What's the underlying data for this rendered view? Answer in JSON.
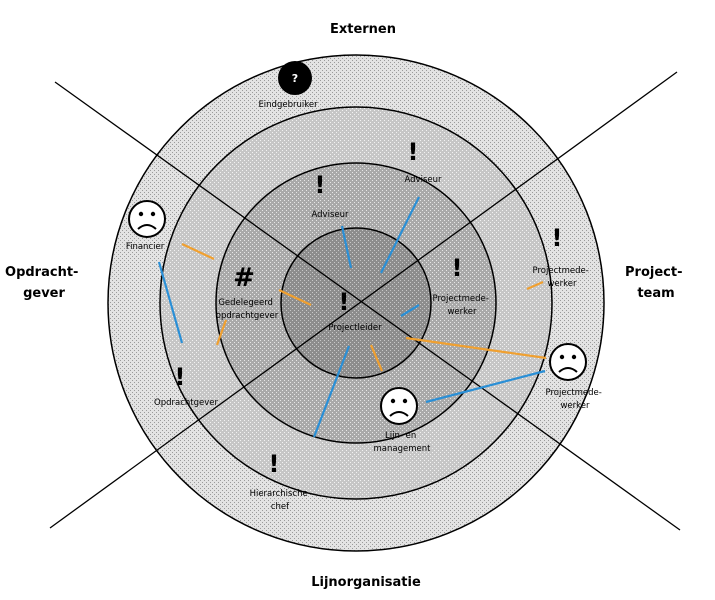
{
  "quadrants": {
    "top": "Externen",
    "left": [
      "Opdracht-",
      "gever"
    ],
    "right": [
      "Project-",
      "team"
    ],
    "bottom": "Lijnorganisatie"
  },
  "stakeholders": {
    "eindgebruiker": [
      "Eindgebruiker"
    ],
    "adviseur": [
      "Adviseur"
    ],
    "adviseur2": [
      "Adviseur"
    ],
    "financier": [
      "Financier"
    ],
    "gedelegeerd": [
      "Gedelegeerd",
      "opdrachtgever"
    ],
    "opdrachtgever": [
      "Opdrachtgever"
    ],
    "projectleider": [
      "Projectleider"
    ],
    "projectmedewerker_inner": [
      "Projectmede-",
      "werker"
    ],
    "projectmedewerker_ring": [
      "Projectmede-",
      "werker"
    ],
    "projectmedewerker_right": [
      "Projectmede-",
      "werker"
    ],
    "lijnmanagement": [
      "Lijn- en",
      "management"
    ],
    "hierarchische_chef": [
      "Hierarchische",
      "chef"
    ]
  },
  "symbols": {
    "exclamation": "!",
    "hash": "#",
    "question": "?"
  },
  "colors": {
    "outer_ring": "#e0e0e0",
    "second_ring": "#c4c4c4",
    "third_ring": "#aaaaaa",
    "core": "#8e8e8e",
    "blue_line": "#2a8fd6",
    "orange_line": "#f0a030"
  }
}
